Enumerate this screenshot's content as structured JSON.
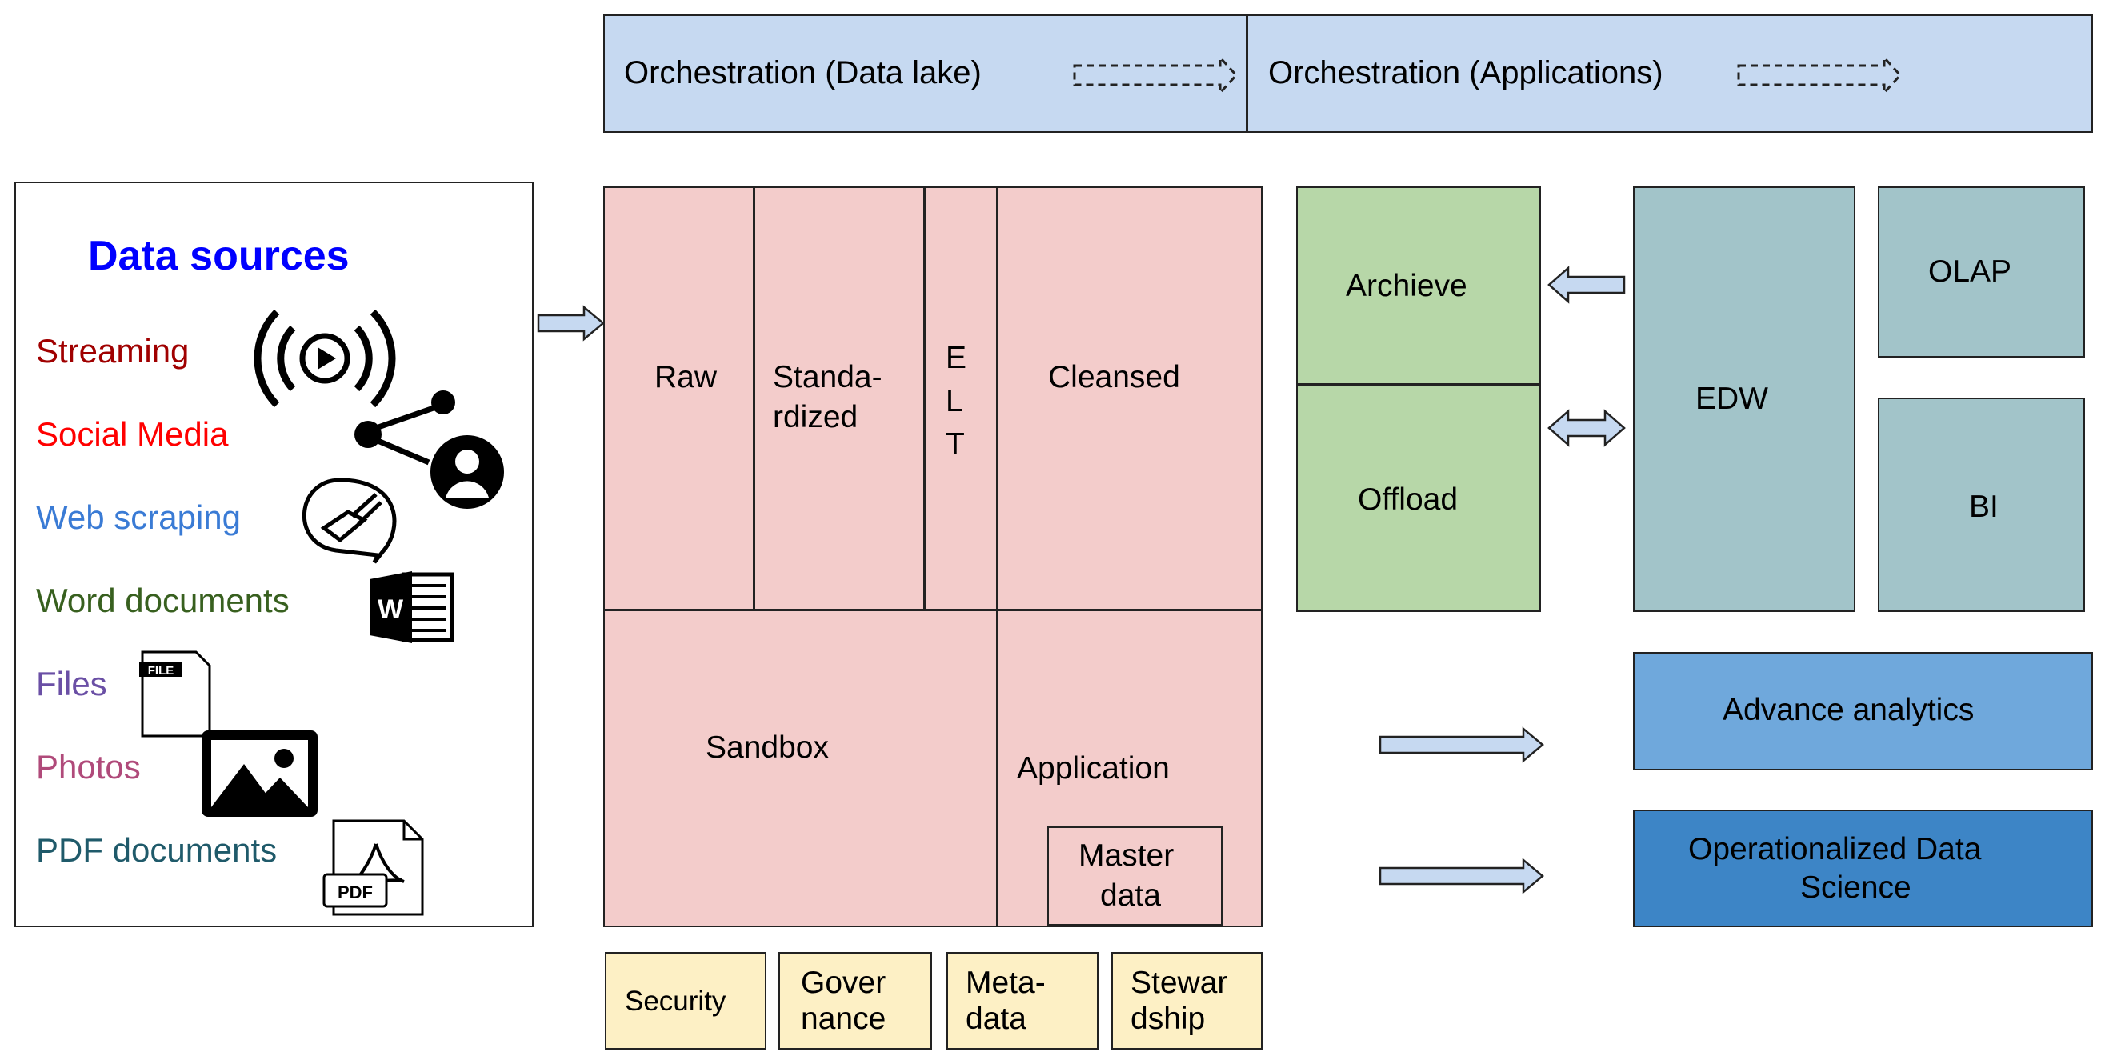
{
  "orchestration": {
    "data_lake": "Orchestration (Data lake)",
    "applications": "Orchestration (Applications)"
  },
  "data_sources": {
    "title": "Data sources",
    "items": [
      {
        "label": "Streaming",
        "color": "#a00000",
        "icon": "streaming-icon"
      },
      {
        "label": "Social Media",
        "color": "#ff0000",
        "icon": "social-share-icon"
      },
      {
        "label": "Web scraping",
        "color": "#3a7bd5",
        "icon": "web-scraping-icon"
      },
      {
        "label": "Word documents",
        "color": "#38601f",
        "icon": "word-document-icon"
      },
      {
        "label": "Files",
        "color": "#6a4fa5",
        "icon": "file-icon"
      },
      {
        "label": "Photos",
        "color": "#b04a7a",
        "icon": "photo-icon"
      },
      {
        "label": "PDF documents",
        "color": "#1f5a6a",
        "icon": "pdf-document-icon"
      }
    ],
    "file_icon_text": "FILE",
    "pdf_icon_text": "PDF"
  },
  "data_lake": {
    "raw": "Raw",
    "standardized_line1": "Standa-",
    "standardized_line2": "rdized",
    "elt": [
      "E",
      "L",
      "T"
    ],
    "cleansed": "Cleansed",
    "sandbox": "Sandbox",
    "application": "Application",
    "master_data_line1": "Master",
    "master_data_line2": "data"
  },
  "governance_boxes": [
    {
      "line1": "Security",
      "line2": ""
    },
    {
      "line1": "Gover",
      "line2": "nance"
    },
    {
      "line1": "Meta-",
      "line2": "data"
    },
    {
      "line1": "Stewar",
      "line2": "dship"
    }
  ],
  "archive": {
    "archieve": "Archieve",
    "offload": "Offload"
  },
  "warehouse": {
    "edw": "EDW",
    "olap": "OLAP",
    "bi": "BI"
  },
  "analytics": {
    "advance": "Advance analytics",
    "operationalized_line1": "Operationalized Data",
    "operationalized_line2": "Science"
  },
  "colors": {
    "orchestration": "#c6d9f1",
    "data_lake": "#f3cccb",
    "archive": "#b7d7a8",
    "warehouse": "#a2c4c9",
    "advance_analytics": "#6fa8dc",
    "operationalized": "#3d85c6",
    "governance": "#fdf0c5",
    "data_sources_title": "#0000ff"
  }
}
